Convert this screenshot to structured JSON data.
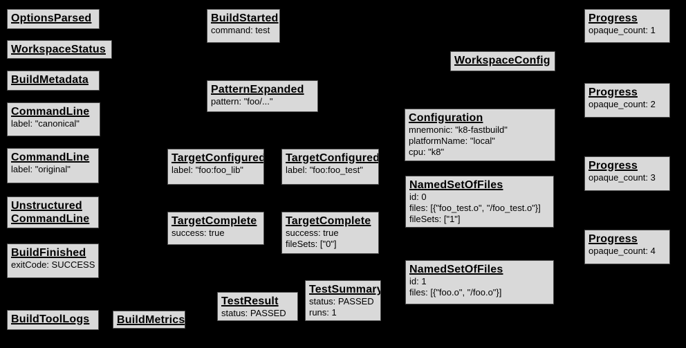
{
  "diagram": {
    "description": "Build Event Protocol event-graph diagram",
    "background_color": "#000000",
    "node_fill_color": "#d9d9d9",
    "node_border_color": "#4e4e4e",
    "nodes": [
      {
        "title": "OptionsParsed",
        "lines": []
      },
      {
        "title": "WorkspaceStatus",
        "lines": []
      },
      {
        "title": "BuildMetadata",
        "lines": []
      },
      {
        "title": "CommandLine",
        "lines": [
          "label: \"canonical\""
        ]
      },
      {
        "title": "CommandLine",
        "lines": [
          "label: \"original\""
        ]
      },
      {
        "title": "Unstructured CommandLine",
        "lines": []
      },
      {
        "title": "BuildFinished",
        "lines": [
          "exitCode: SUCCESS"
        ]
      },
      {
        "title": "BuildToolLogs",
        "lines": []
      },
      {
        "title": "BuildMetrics",
        "lines": []
      },
      {
        "title": "BuildStarted",
        "lines": [
          "command: test"
        ]
      },
      {
        "title": "PatternExpanded",
        "lines": [
          "pattern: \"foo/...\""
        ]
      },
      {
        "title": "TargetConfigured",
        "lines": [
          "label: \"foo:foo_lib\""
        ]
      },
      {
        "title": "TargetConfigured",
        "lines": [
          "label: \"foo:foo_test\""
        ]
      },
      {
        "title": "TargetComplete",
        "lines": [
          "success: true"
        ]
      },
      {
        "title": "TargetComplete",
        "lines": [
          "success: true",
          "fileSets: [\"0\"]"
        ]
      },
      {
        "title": "TestResult",
        "lines": [
          "status: PASSED"
        ]
      },
      {
        "title": "TestSummary",
        "lines": [
          "status: PASSED",
          "runs: 1"
        ]
      },
      {
        "title": "WorkspaceConfig",
        "lines": []
      },
      {
        "title": "Configuration",
        "lines": [
          "mnemonic: \"k8-fastbuild\"",
          "platformName: \"local\"",
          "cpu: \"k8\""
        ]
      },
      {
        "title": "NamedSetOfFiles",
        "lines": [
          "id: 0",
          "files: [{\"foo_test.o\", \"/foo_test.o\"}]",
          "fileSets: [\"1\"]"
        ]
      },
      {
        "title": "NamedSetOfFiles",
        "lines": [
          "id: 1",
          "files: [{\"foo.o\", \"/foo.o\"}]"
        ]
      },
      {
        "title": "Progress",
        "lines": [
          "opaque_count: 1"
        ]
      },
      {
        "title": "Progress",
        "lines": [
          "opaque_count: 2"
        ]
      },
      {
        "title": "Progress",
        "lines": [
          "opaque_count: 3"
        ]
      },
      {
        "title": "Progress",
        "lines": [
          "opaque_count: 4"
        ]
      }
    ]
  }
}
